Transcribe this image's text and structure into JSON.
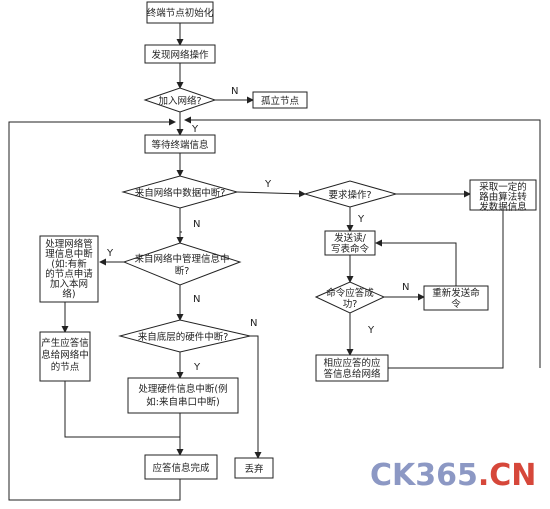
{
  "nodes": {
    "init": "终端节点初始化",
    "discover": "发现网络操作",
    "join_q": "加入网络?",
    "isolated": "孤立节点",
    "wait": "等待终端信息",
    "net_int_q": "来自网络中数据中断?",
    "req_q": "要求操作?",
    "relay": [
      "采取一定的",
      "路由算法转",
      "发数据信息"
    ],
    "net_mgmt_q": [
      "来自网络中管理信息中",
      "断?"
    ],
    "handle_mgmt": [
      "处理网络管",
      "理信息中断",
      "(如:有新",
      "的节点申请",
      "加入本网",
      "络)"
    ],
    "send_cmd": [
      "发送读/",
      "写表命令"
    ],
    "cmd_ok_q": [
      "命令应答成",
      "功?"
    ],
    "resend": [
      "重新发送命",
      "令"
    ],
    "gen_resp": [
      "产生应答信",
      "息给网络中",
      "的节点"
    ],
    "hw_int_q": "来自底层的硬件中断?",
    "send_resp": [
      "相应应答的应",
      "答信息给网络"
    ],
    "handle_hw": [
      "处理硬件信息中断(例",
      "如:来自串口中断)"
    ],
    "resp_done": "应答信息完成",
    "discard": "丢弃"
  },
  "edge_labels": {
    "n_join": "N",
    "y_join": "Y",
    "y_net_int": "Y",
    "n_net_int": "N",
    "y_req": "Y",
    "y_mgmt": "Y",
    "n_mgmt": "N",
    "n_cmd": "N",
    "y_cmd": "Y",
    "n_hw": "N",
    "y_hw": "Y"
  },
  "watermark": {
    "prefix": "CK365",
    "suffix": ".CN"
  }
}
